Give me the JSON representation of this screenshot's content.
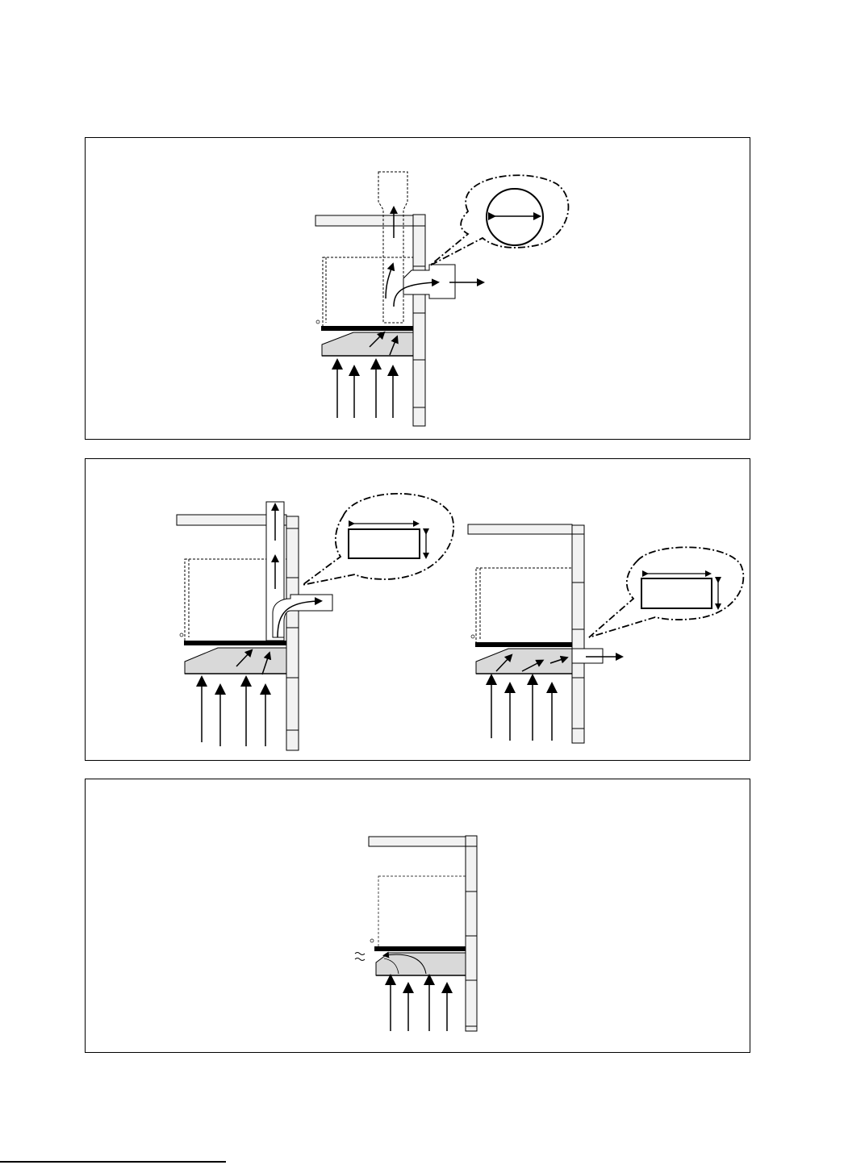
{
  "document": {
    "type": "installation-diagram",
    "panels": [
      {
        "id": "panel-1",
        "depicts": "cooker-hood-extraction-through-wall-round-duct"
      },
      {
        "id": "panel-2",
        "depicts": "cooker-hood-extraction-rectangular-duct"
      },
      {
        "id": "panel-3",
        "depicts": "cooker-hood-recirculation"
      }
    ]
  },
  "colors": {
    "stroke": "#000000",
    "hood_fill": "#d9d9d9",
    "cabinet_fill": "#f2f2f2",
    "background": "#ffffff"
  }
}
